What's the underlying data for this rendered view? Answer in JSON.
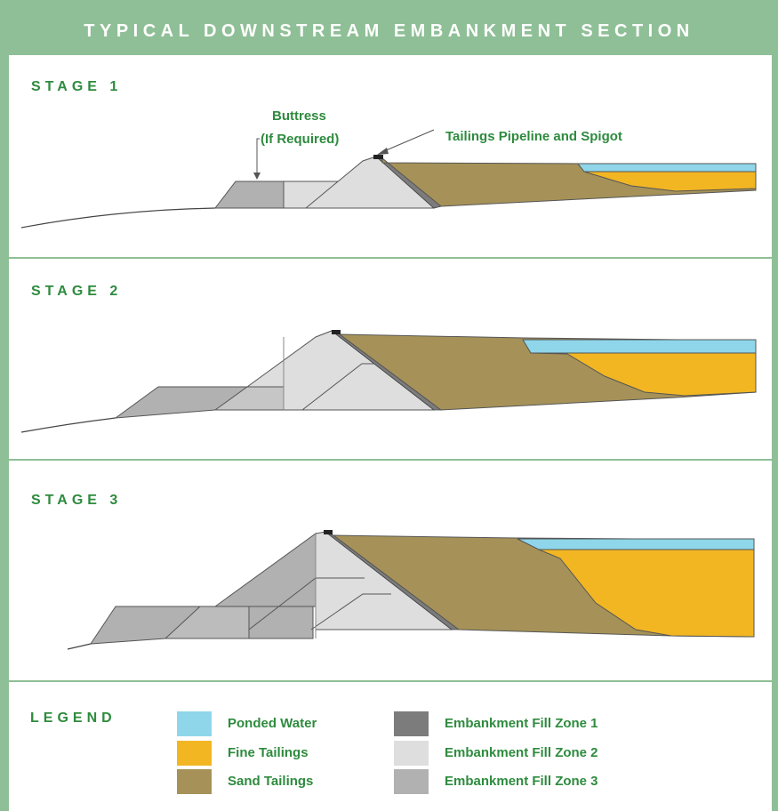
{
  "title": "TYPICAL DOWNSTREAM EMBANKMENT SECTION",
  "stages": [
    {
      "label": "STAGE 1"
    },
    {
      "label": "STAGE 2"
    },
    {
      "label": "STAGE 3"
    }
  ],
  "annotations": {
    "buttress_line1": "Buttress",
    "buttress_line2": "(If Required)",
    "pipeline": "Tailings Pipeline and Spigot"
  },
  "legend": {
    "title": "LEGEND",
    "items": [
      {
        "label": "Ponded Water",
        "color": "#8fd6ea"
      },
      {
        "label": "Fine Tailings",
        "color": "#f2b623"
      },
      {
        "label": "Sand Tailings",
        "color": "#a69258"
      },
      {
        "label": "Embankment Fill Zone 1",
        "color": "#7c7c7c"
      },
      {
        "label": "Embankment Fill Zone 2",
        "color": "#dedede"
      },
      {
        "label": "Embankment Fill Zone 3",
        "color": "#b1b1b1"
      }
    ]
  },
  "colors": {
    "frame": "#8fbf96",
    "text_green": "#2e8b3e"
  }
}
